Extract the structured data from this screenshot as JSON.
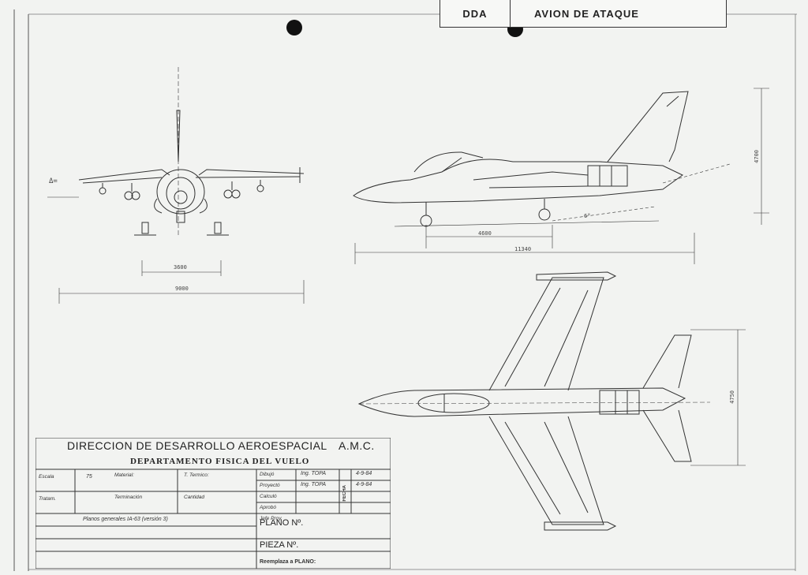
{
  "header": {
    "code": "DDA",
    "title": "AVION DE ATAQUE"
  },
  "dimensions": {
    "front_track": "3600",
    "front_span": "9000",
    "side_wheelbase": "4600",
    "side_length": "11340",
    "side_height": "4700",
    "top_length": "4750",
    "front_height_mark": "Δ=",
    "tail_angle": "6°"
  },
  "title_block": {
    "organization": "DIRECCION DE DESARROLLO AEROESPACIAL",
    "amc": "A.M.C.",
    "department": "DEPARTAMENTO FISICA DEL VUELO",
    "labels": {
      "escala": "Escala",
      "tratamiento": "Tratam.",
      "material": "Material:",
      "terminacion": "Terminación",
      "t_termico": "T. Termico:",
      "cantidad": "Cantidad",
      "dibujo": "Dibujó",
      "proyecto": "Proyectó",
      "calculo": "Calculó",
      "aprobo": "Aprobó",
      "jefe_proy": "Jefe Proy.",
      "fecha": "FECHA",
      "plano_no": "PLANO Nº.",
      "pieza_no": "PIEZA Nº.",
      "reemplaza": "Reemplaza a PLANO:"
    },
    "values": {
      "escala": "75",
      "dibujo_name": "Ing. TOPA",
      "dibujo_date": "4-9-84",
      "proyecto_name": "Ing. TOPA",
      "proyecto_date": "4-9-84",
      "denominacion": "Planos generales IA-63 (versión 3)"
    }
  }
}
